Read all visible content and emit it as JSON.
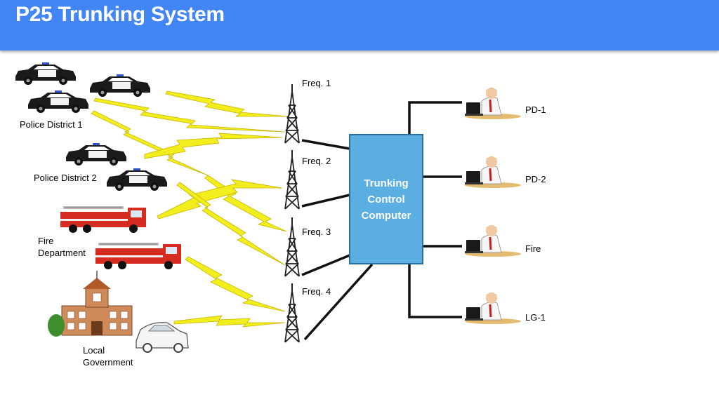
{
  "header": {
    "title": "P25 Trunking System"
  },
  "groups": {
    "police1": "Police District 1",
    "police2": "Police District 2",
    "fire_line1": "Fire",
    "fire_line2": "Department",
    "local_line1": "Local",
    "local_line2": "Government"
  },
  "towers": [
    "Freq. 1",
    "Freq. 2",
    "Freq. 3",
    "Freq. 4"
  ],
  "controller": {
    "line1": "Trunking",
    "line2": "Control",
    "line3": "Computer"
  },
  "dispatchers": [
    "PD-1",
    "PD-2",
    "Fire",
    "LG-1"
  ],
  "colors": {
    "header": "#4285f4",
    "controller": "#5aaee2",
    "lightning": "#f2ee1e",
    "fire_truck": "#d62b20"
  }
}
